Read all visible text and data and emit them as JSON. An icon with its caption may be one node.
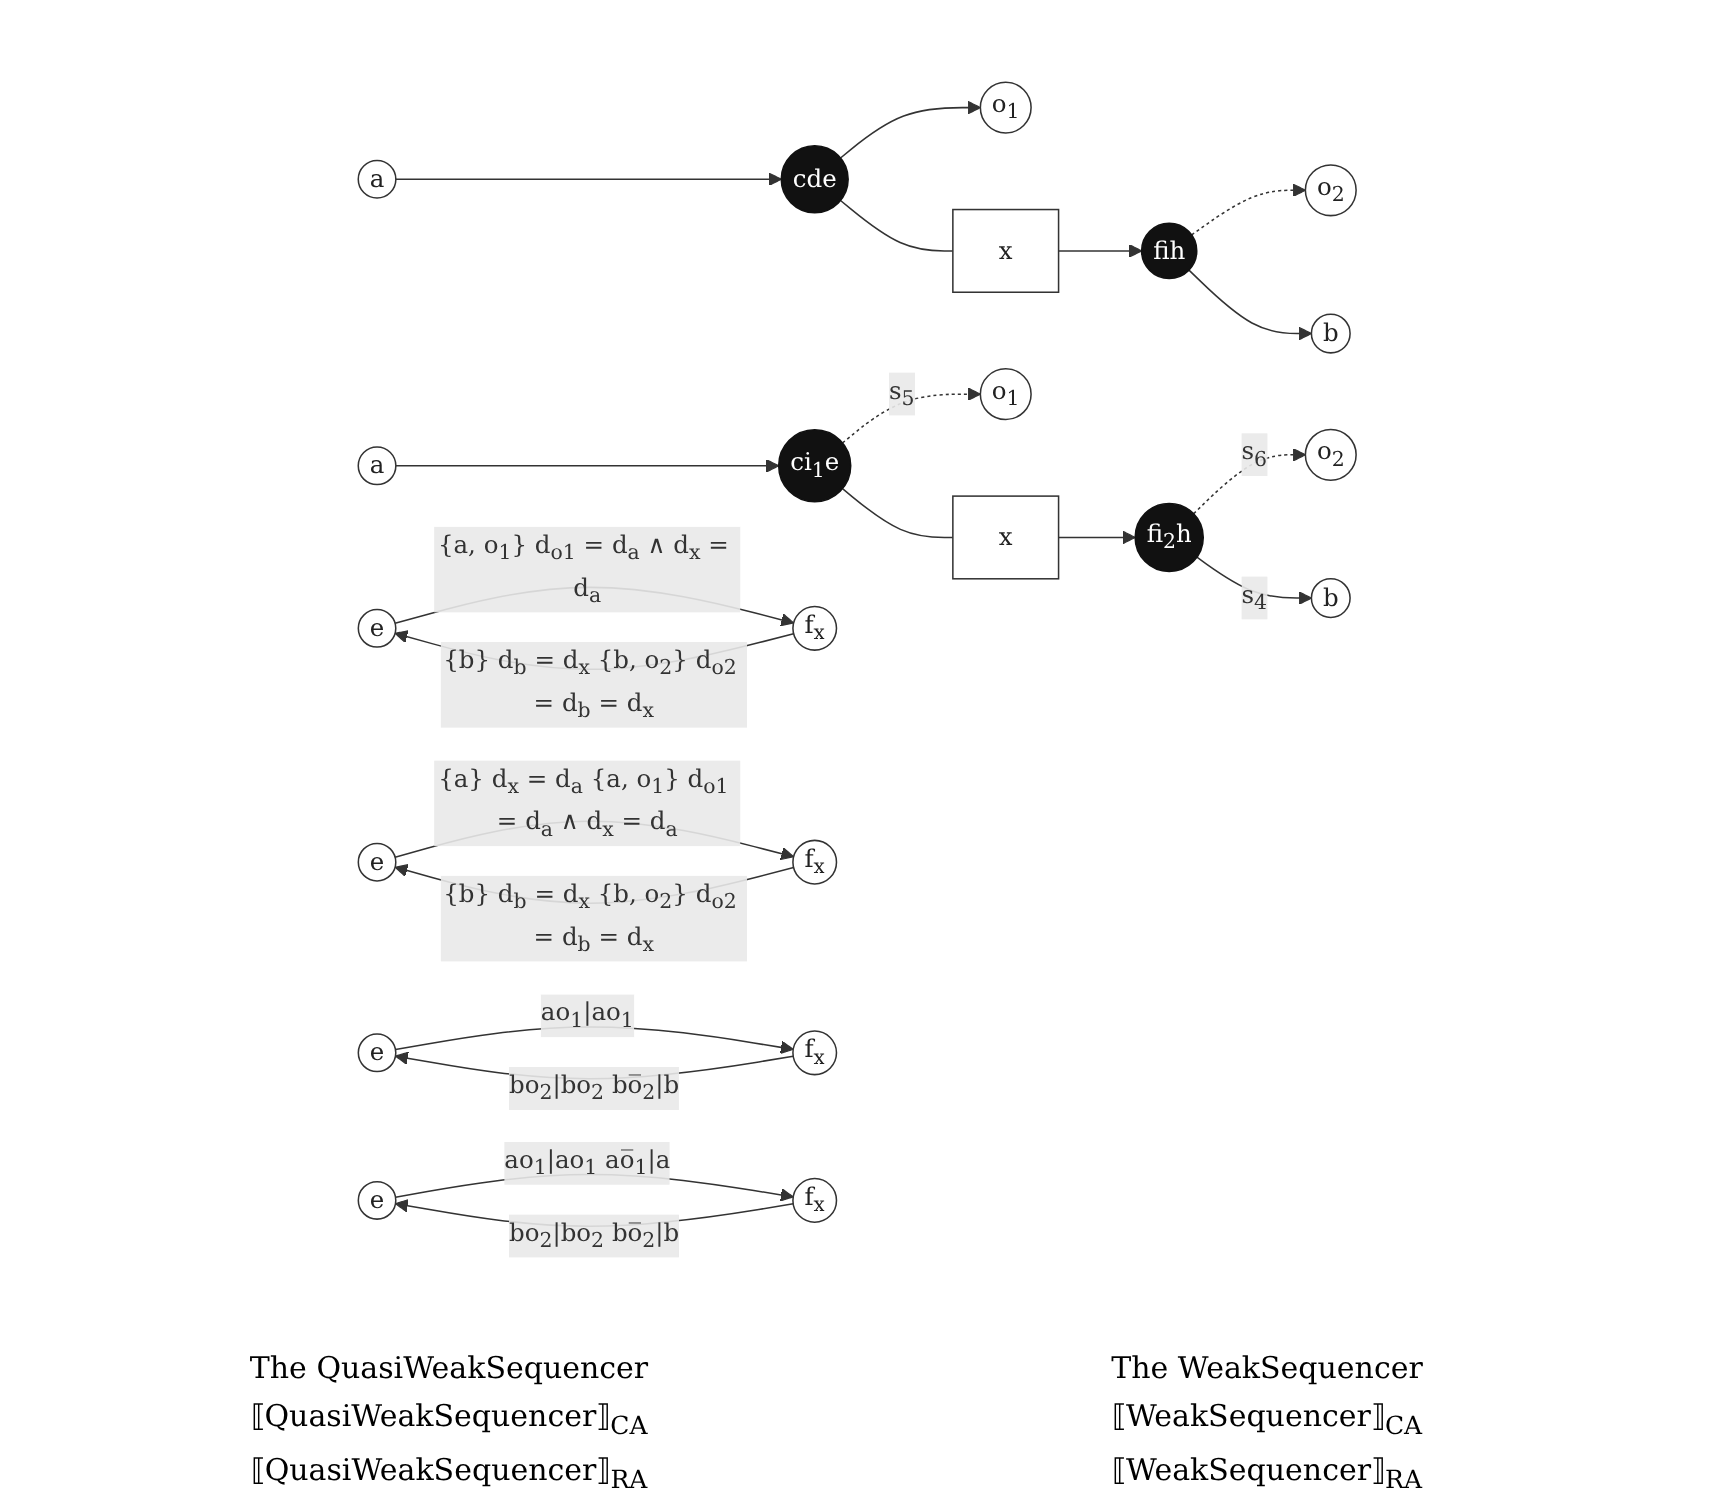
{
  "diagram": {
    "nodes": [
      {
        "text": [
          "a"
        ]
      },
      {
        "text": [
          "o$_{1}$"
        ]
      },
      {
        "text": [
          "o$_{2}$"
        ]
      },
      {
        "text": [
          "cde"
        ]
      },
      {
        "text": [
          "x"
        ]
      },
      {
        "text": [
          "fih"
        ]
      },
      {
        "text": [
          "b"
        ]
      },
      {
        "text": [
          "a"
        ]
      },
      {
        "text": [
          "o$_{1}$"
        ]
      },
      {
        "text": [
          "o$_{2}$"
        ]
      },
      {
        "text": [
          "ci$_{1}$e"
        ]
      },
      {
        "text": [
          "x"
        ]
      },
      {
        "text": [
          "fi$_{2}$h"
        ]
      },
      {
        "text": [
          "b"
        ]
      },
      {
        "text": [
          "e"
        ]
      },
      {
        "text": [
          "f$_{x}$"
        ]
      },
      {
        "text": [
          "e"
        ]
      },
      {
        "text": [
          "f$_{x}$"
        ]
      },
      {
        "text": [
          "e"
        ]
      },
      {
        "text": [
          "f$_{x}$"
        ]
      },
      {
        "text": [
          "e"
        ]
      },
      {
        "text": [
          "f$_{x}$"
        ]
      }
    ],
    "edges": [
      {
        "from": 0,
        "to": 3,
        "arrow": "to"
      },
      {
        "from": 3,
        "to": 1,
        "arrow": "to"
      },
      {
        "from": 3,
        "to": 4,
        "arrow": "none"
      },
      {
        "from": 4,
        "to": 5,
        "arrow": "to"
      },
      {
        "from": 5,
        "to": 2,
        "arrow": "to",
        "style": "dashed"
      },
      {
        "from": 5,
        "to": 6,
        "arrow": "to"
      },
      {
        "from": 7,
        "to": 10,
        "arrow": "to"
      },
      {
        "from": 10,
        "to": 8,
        "arrow": "to",
        "style": "dashed",
        "label": "s$_{5}$"
      },
      {
        "from": 10,
        "to": 11,
        "arrow": "none"
      },
      {
        "from": 11,
        "to": 12,
        "arrow": "to"
      },
      {
        "from": 12,
        "to": 9,
        "arrow": "to",
        "style": "dashed",
        "label": "s$_{6}$"
      },
      {
        "from": 12,
        "to": 13,
        "arrow": "to",
        "label": "s$_{4}$"
      },
      {
        "from": 14,
        "to": 15,
        "arrow": "to",
        "label": "{a, o$_{1}$} d$_{o1}$ = d$_{a}$ ∧ d$_{x}$ = d$_{a}$"
      },
      {
        "from": 15,
        "to": 14,
        "arrow": "to",
        "label": "{b} d$_{b}$ = d$_{x}$ {b, o$_{2}$} d$_{o2}$ = d$_{b}$ = d$_{x}$"
      },
      {
        "from": 16,
        "to": 17,
        "arrow": "to",
        "label": "{a} d$_{x}$ = d$_{a}$ {a, o$_{1}$} d$_{o1}$ = d$_{a}$ ∧ d$_{x}$ = d$_{a}$"
      },
      {
        "from": 17,
        "to": 16,
        "arrow": "to",
        "label": "{b} d$_{b}$ = d$_{x}$ {b, o$_{2}$} d$_{o2}$ = d$_{b}$ = d$_{x}$"
      },
      {
        "from": 18,
        "to": 19,
        "arrow": "to",
        "label": "ao$_{1}$|ao$_{1}$"
      },
      {
        "from": 19,
        "to": 18,
        "arrow": "to",
        "label": "bo$_{2}$|bo$_{2}$ bo̅$_{2}$|b"
      },
      {
        "from": 20,
        "to": 21,
        "arrow": "to",
        "label": "ao$_{1}$|ao$_{1}$ ao̅$_{1}$|a"
      },
      {
        "from": 21,
        "to": 20,
        "arrow": "to",
        "label": "bo$_{2}$|bo$_{2}$ bo̅$_{2}$|b"
      }
    ],
    "labels": [
      "The QuasiWeakSequencer",
      "The WeakSequencer",
      "⟦QuasiWeakSequencer⟧$_{CA}$",
      "⟦WeakSequencer⟧$_{CA}$",
      "⟦QuasiWeakSequencer⟧$_{RA}$",
      "⟦WeakSequencer⟧$_{RA}$"
    ]
  }
}
